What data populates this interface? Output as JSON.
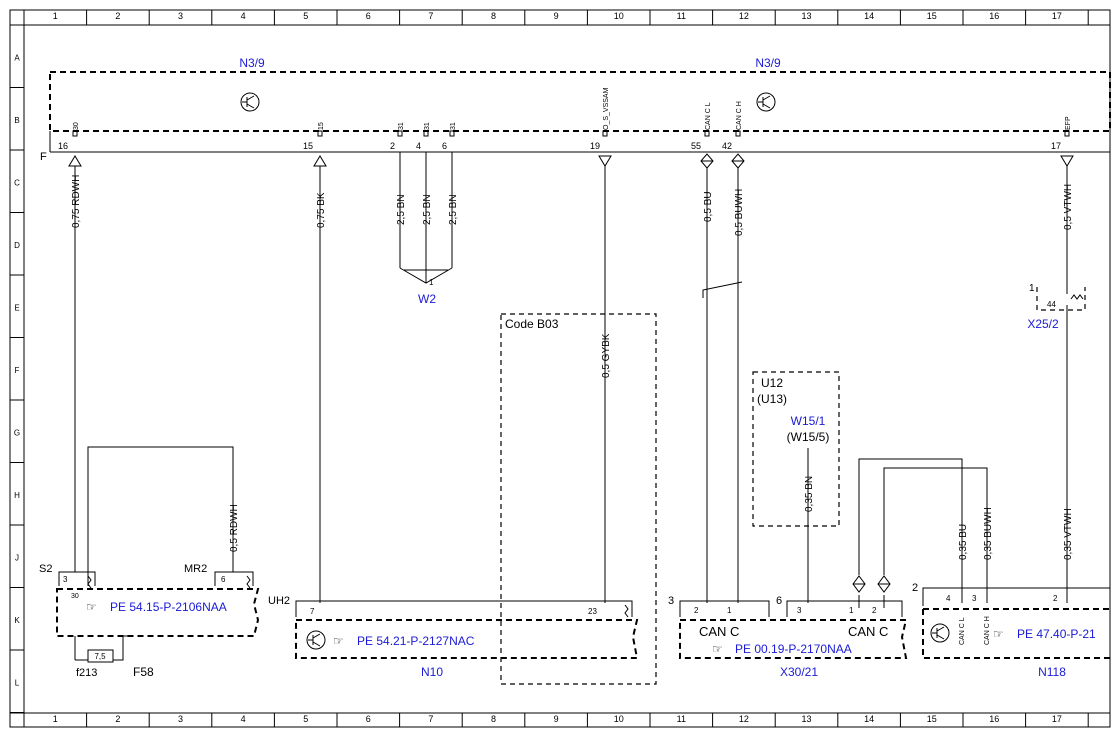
{
  "grid": {
    "columns": [
      "1",
      "2",
      "3",
      "4",
      "5",
      "6",
      "7",
      "8",
      "9",
      "10",
      "11",
      "12",
      "13",
      "14",
      "15",
      "16",
      "17"
    ],
    "rows": [
      "A",
      "B",
      "C",
      "D",
      "E",
      "F",
      "G",
      "H",
      "J",
      "K",
      "L"
    ]
  },
  "bus": {
    "label": "F"
  },
  "top_units": [
    {
      "name": "N3/9"
    },
    {
      "name": "N3/9"
    }
  ],
  "connector_pins": [
    {
      "pin_label": "30",
      "pin_number": "16"
    },
    {
      "pin_label": "15",
      "pin_number": "15"
    },
    {
      "pin_label": "31",
      "pin_number": "2"
    },
    {
      "pin_label": "31",
      "pin_number": "4"
    },
    {
      "pin_label": "31",
      "pin_number": "6"
    },
    {
      "pin_label": "O_S_VSSAM",
      "pin_number": "19"
    },
    {
      "pin_label": "CAN C L",
      "pin_number": "55"
    },
    {
      "pin_label": "CAN C H",
      "pin_number": "42"
    },
    {
      "pin_label": "EFP",
      "pin_number": "17"
    }
  ],
  "wires": [
    {
      "label": "0,75 RDWH"
    },
    {
      "label": "0,75 BK"
    },
    {
      "label": "2,5 BN"
    },
    {
      "label": "2,5 BN"
    },
    {
      "label": "2,5 BN"
    },
    {
      "label": "0,5 GYBK"
    },
    {
      "label": "0,5 BU"
    },
    {
      "label": "0,5 BUWH"
    },
    {
      "label": "0,5 VTWH"
    },
    {
      "label": "0,5 RDWH"
    },
    {
      "label": "0,35 BN"
    },
    {
      "label": "0,35 BU"
    },
    {
      "label": "0,35 BUWH"
    },
    {
      "label": "0,35 VTWH"
    }
  ],
  "ground_point": {
    "name": "W2",
    "pin": "1"
  },
  "code_box": {
    "label": "Code B03"
  },
  "u12_box": {
    "line1": "U12",
    "line2": "(U13)",
    "ground": "W15/1",
    "ground_alt": "(W15/5)"
  },
  "x25": {
    "name": "X25/2",
    "pin": "1",
    "inner_pin": "44"
  },
  "s2_block": {
    "s2_label": "S2",
    "s2_pin": "3",
    "mr2_label": "MR2",
    "mr2_pin": "6",
    "ref_text": "PE 54.15-P-2106NAA",
    "pin30": "30",
    "fuse_value": "7,5",
    "fuse_name": "f213",
    "block_name": "F58"
  },
  "n10": {
    "uh2_label": "UH2",
    "pin7": "7",
    "pin23": "23",
    "ref_text": "PE 54.21-P-2127NAC",
    "name": "N10"
  },
  "x30": {
    "pin_left": "3",
    "pin_right": "6",
    "p2": "2",
    "p1": "1",
    "p3": "3",
    "p1b": "1",
    "p2b": "2",
    "can_left": "CAN C",
    "can_right": "CAN C",
    "ref_text": "PE 00.19-P-2170NAA",
    "name": "X30/21"
  },
  "n118": {
    "pin_left": "2",
    "p4": "4",
    "p3": "3",
    "p2": "2",
    "can_l": "CAN C L",
    "can_h": "CAN C H",
    "ref_text": "PE 47.40-P-21",
    "name": "N118"
  },
  "colors": {
    "reference_blue": "#1a1ad6",
    "line": "#000000"
  }
}
